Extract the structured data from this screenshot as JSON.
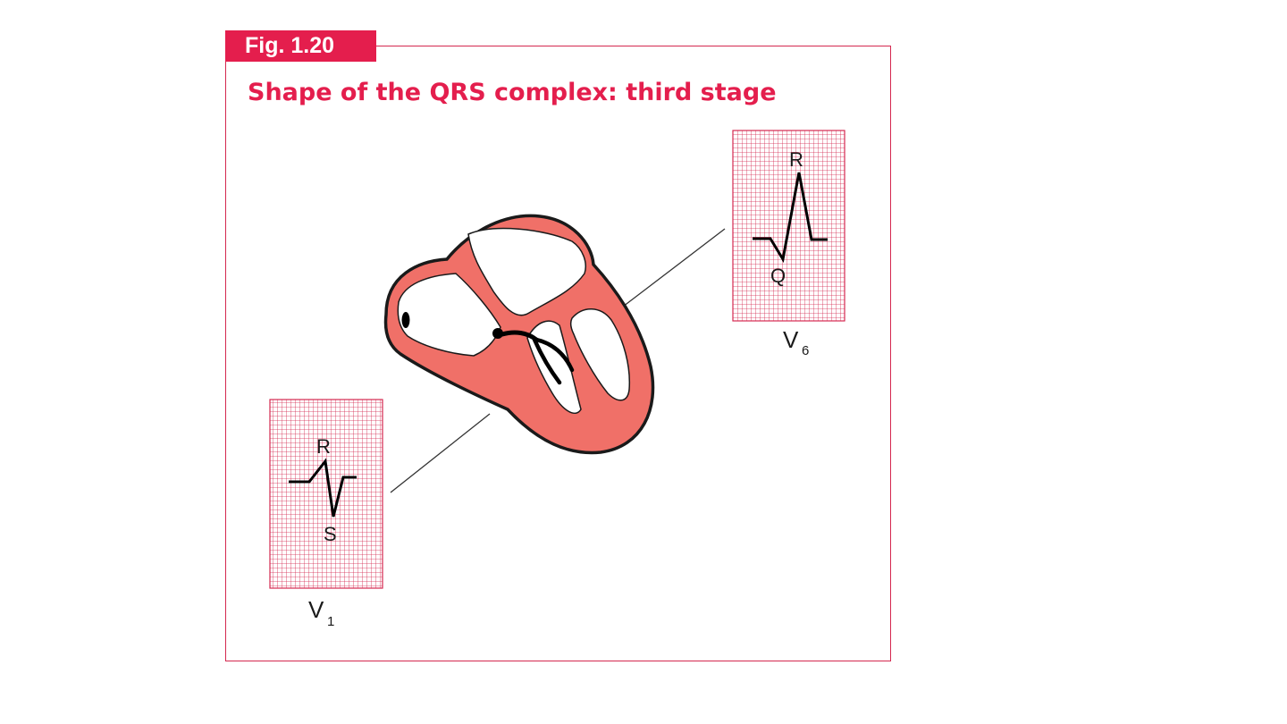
{
  "figure": {
    "label": "Fig. 1.20",
    "title": "Shape of the QRS complex: third stage"
  },
  "leads": {
    "v1": {
      "lead_letter": "V",
      "lead_number": "1",
      "r_label": "R",
      "s_label": "S"
    },
    "v6": {
      "lead_letter": "V",
      "lead_number": "6",
      "r_label": "R",
      "q_label": "Q"
    }
  },
  "colors": {
    "accent": "#e41e4d",
    "heart_muscle": "#f07068",
    "grid": "#d4284f",
    "trace": "#000000"
  }
}
